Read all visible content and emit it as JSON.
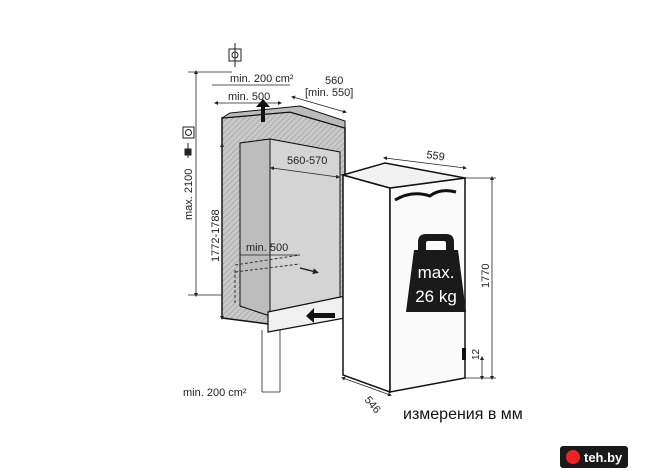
{
  "diagram": {
    "dimensions": {
      "vent_top": "min. 200 cm²",
      "vent_top_depth": "min. 500",
      "niche_depth": "560",
      "niche_depth_min": "[min. 550]",
      "niche_width": "560-570",
      "max_height": "max. 2100",
      "niche_height": "1772-1788",
      "vent_bottom_depth": "min. 500",
      "vent_bottom": "min. 200 cm²",
      "appliance_width": "559",
      "appliance_height": "1770",
      "appliance_depth": "546",
      "plinth_gap": "12"
    },
    "weight_badge": {
      "line1": "max.",
      "line2": "26 kg"
    },
    "caption": "измерения в мм"
  },
  "watermark": "teh.by"
}
